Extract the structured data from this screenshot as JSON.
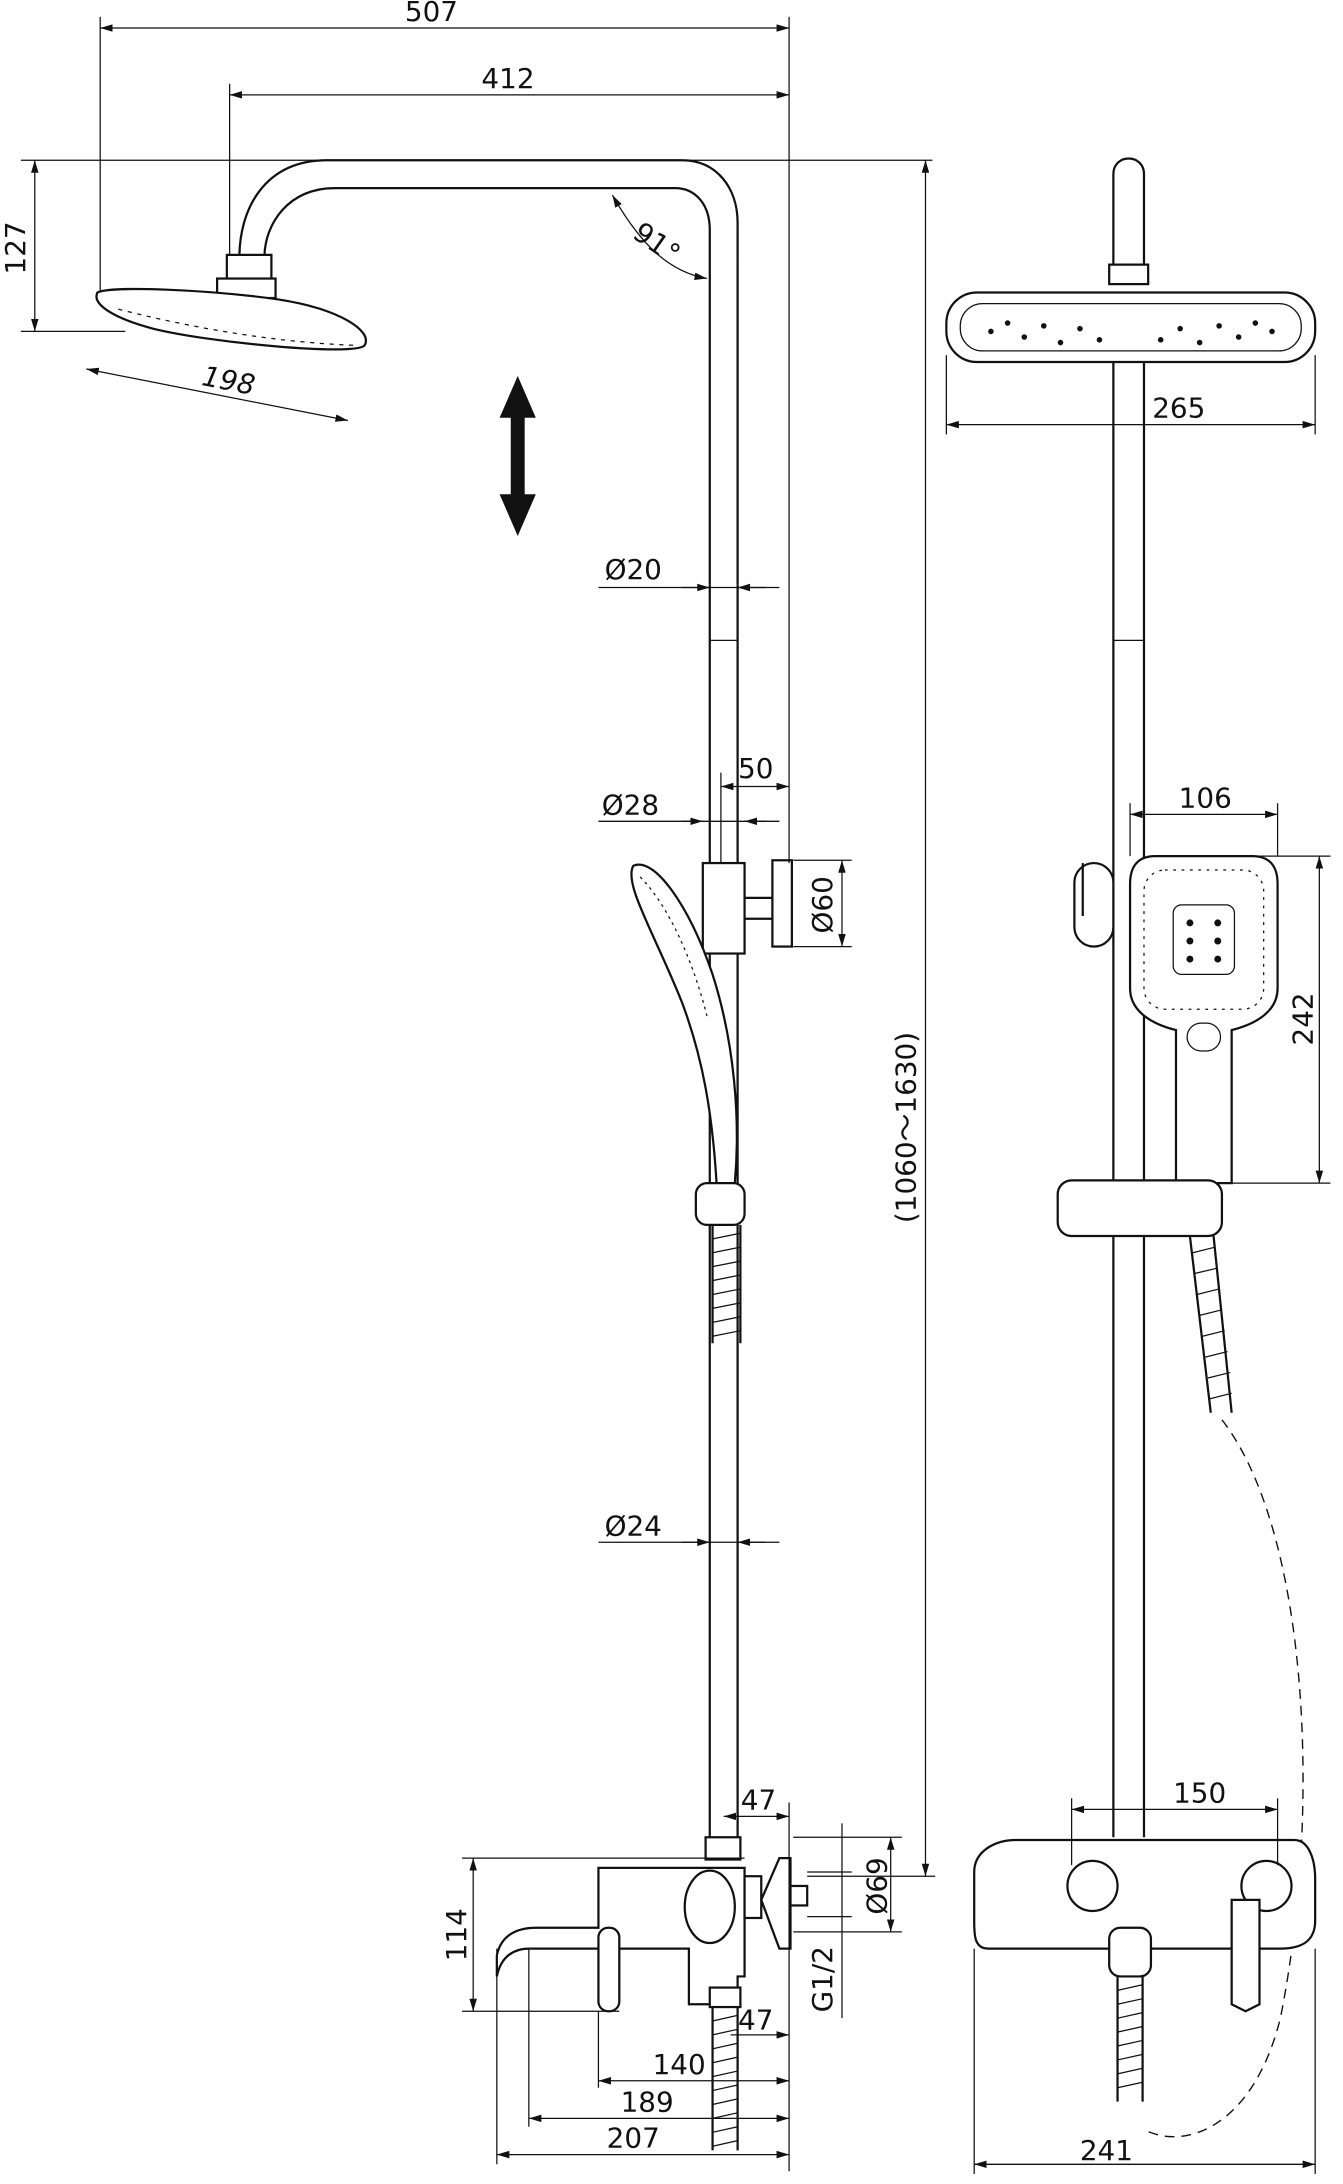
{
  "title": "Shower system dimension drawing",
  "dimensions": {
    "overall_width": "507",
    "arm_reach": "412",
    "head_height": "127",
    "arm_angle": "91°",
    "head_diameter_side": "198",
    "upper_pipe": "Ø20",
    "bracket_offset": "50",
    "slider_pipe": "Ø28",
    "bracket_plate": "Ø60",
    "height_range": "(1060～1630)",
    "lower_pipe": "Ø24",
    "mixer_top_offset": "47",
    "escutcheon": "Ø69",
    "mixer_height": "114",
    "thread": "G1/2",
    "outlet_offset": "47",
    "lever_depth": "140",
    "spout_reach": "189",
    "mixer_depth": "207",
    "head_width_front": "265",
    "hand_width": "106",
    "hand_length": "242",
    "mixer_centers": "150",
    "mixer_width": "241"
  }
}
